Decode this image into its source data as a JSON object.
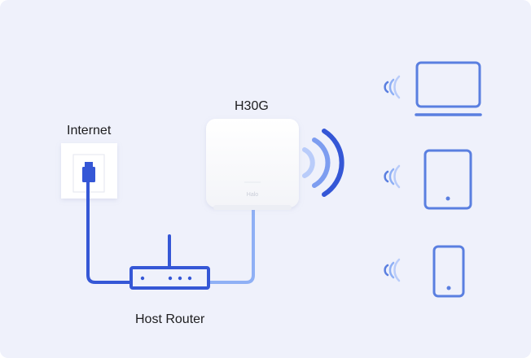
{
  "labels": {
    "internet": "Internet",
    "device": "H30G",
    "router": "Host Router",
    "device_brand": "Halo"
  },
  "colors": {
    "background": "#eff1fb",
    "icon_blue": "#5a7fe0",
    "cable_dark": "#3557d6",
    "cable_light": "#8fb0f5",
    "outlet": "#ffffff",
    "device_body": "#ffffff"
  },
  "icons": [
    "wall-outlet-icon",
    "ethernet-plug-icon",
    "router-icon",
    "mesh-unit-icon",
    "wifi-signal-icon",
    "laptop-icon",
    "tablet-icon",
    "phone-icon"
  ]
}
